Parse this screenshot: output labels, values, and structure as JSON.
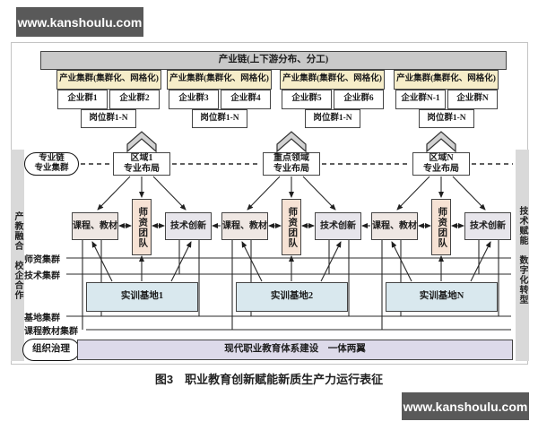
{
  "watermark": {
    "text": "www.kanshoulu.com"
  },
  "caption": "图3　职业教育创新赋能新质生产力运行表征",
  "industry": {
    "chain": "产业链(上下游分布、分工)",
    "cluster_label": "产业集群(集群化、网格化)",
    "clusters": [
      {
        "enterprises": [
          "企业群1",
          "企业群2"
        ],
        "posts": "岗位群1-N"
      },
      {
        "enterprises": [
          "企业群3",
          "企业群4"
        ],
        "posts": "岗位群1-N"
      },
      {
        "enterprises": [
          "企业群5",
          "企业群6"
        ],
        "posts": "岗位群1-N"
      },
      {
        "enterprises": [
          "企业群N-1",
          "企业群N"
        ],
        "posts": "岗位群1-N"
      }
    ]
  },
  "left_tags": {
    "chain_cluster": "专业链\n专业集群",
    "governance": "组织治理"
  },
  "side_bars": {
    "left": "产教融合　校企合作",
    "right": "技术赋能　数字化转型"
  },
  "columns": [
    {
      "region": "区域1\n专业布局",
      "course": "课程、教材",
      "faculty": "师资团队",
      "tech": "技术创新",
      "base": "实训基地1"
    },
    {
      "region": "重点领域\n专业布局",
      "course": "课程、教材",
      "faculty": "师资团队",
      "tech": "技术创新",
      "base": "实训基地2"
    },
    {
      "region": "区域N\n专业布局",
      "course": "课程、教材",
      "faculty": "师资团队",
      "tech": "技术创新",
      "base": "实训基地N"
    }
  ],
  "rails": [
    "师资集群",
    "技术集群",
    "基地集群",
    "课程教材集群"
  ],
  "bottom_bar": "现代职业教育体系建设　一体两翼",
  "colors": {
    "cluster_fill": "#f6edc9",
    "course_fill": "#efe7e3",
    "faculty_fill": "#f6e2d4",
    "tech_fill": "#e7e5eb",
    "base_fill": "#d9e8ee",
    "bottom_fill": "#dddaea",
    "bar_gray": "#c9c9c9",
    "side_gray": "#d9d9d9",
    "watermark_bg": "#595959",
    "line": "#2a2a2a"
  }
}
